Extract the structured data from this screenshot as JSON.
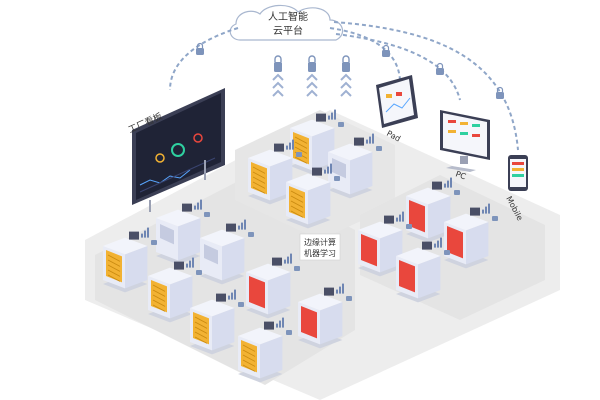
{
  "cloud": {
    "line1": "人工智能",
    "line2": "云平台"
  },
  "labels": {
    "factory_board": "工厂看板",
    "ipad": "Pad",
    "pc": "PC",
    "mobile": "Mobile",
    "edge_line1": "边缘计算",
    "edge_line2": "机器学习"
  },
  "colors": {
    "floor": "#ebebeb",
    "floor_edge": "#dcdcdc",
    "machine_top": "#f2f4fb",
    "machine_side": "#d7dcee",
    "machine_front": "#e8ebf6",
    "accent_yellow": "#f2b233",
    "accent_red": "#e9473d",
    "screen_dark": "#4a4f66",
    "link": "#8fa6c8",
    "cloud_stroke": "#a9b7cf"
  },
  "icons": [
    "cloud-icon",
    "lock-icon",
    "arrow-up-icon",
    "wifi-signal-icon"
  ]
}
